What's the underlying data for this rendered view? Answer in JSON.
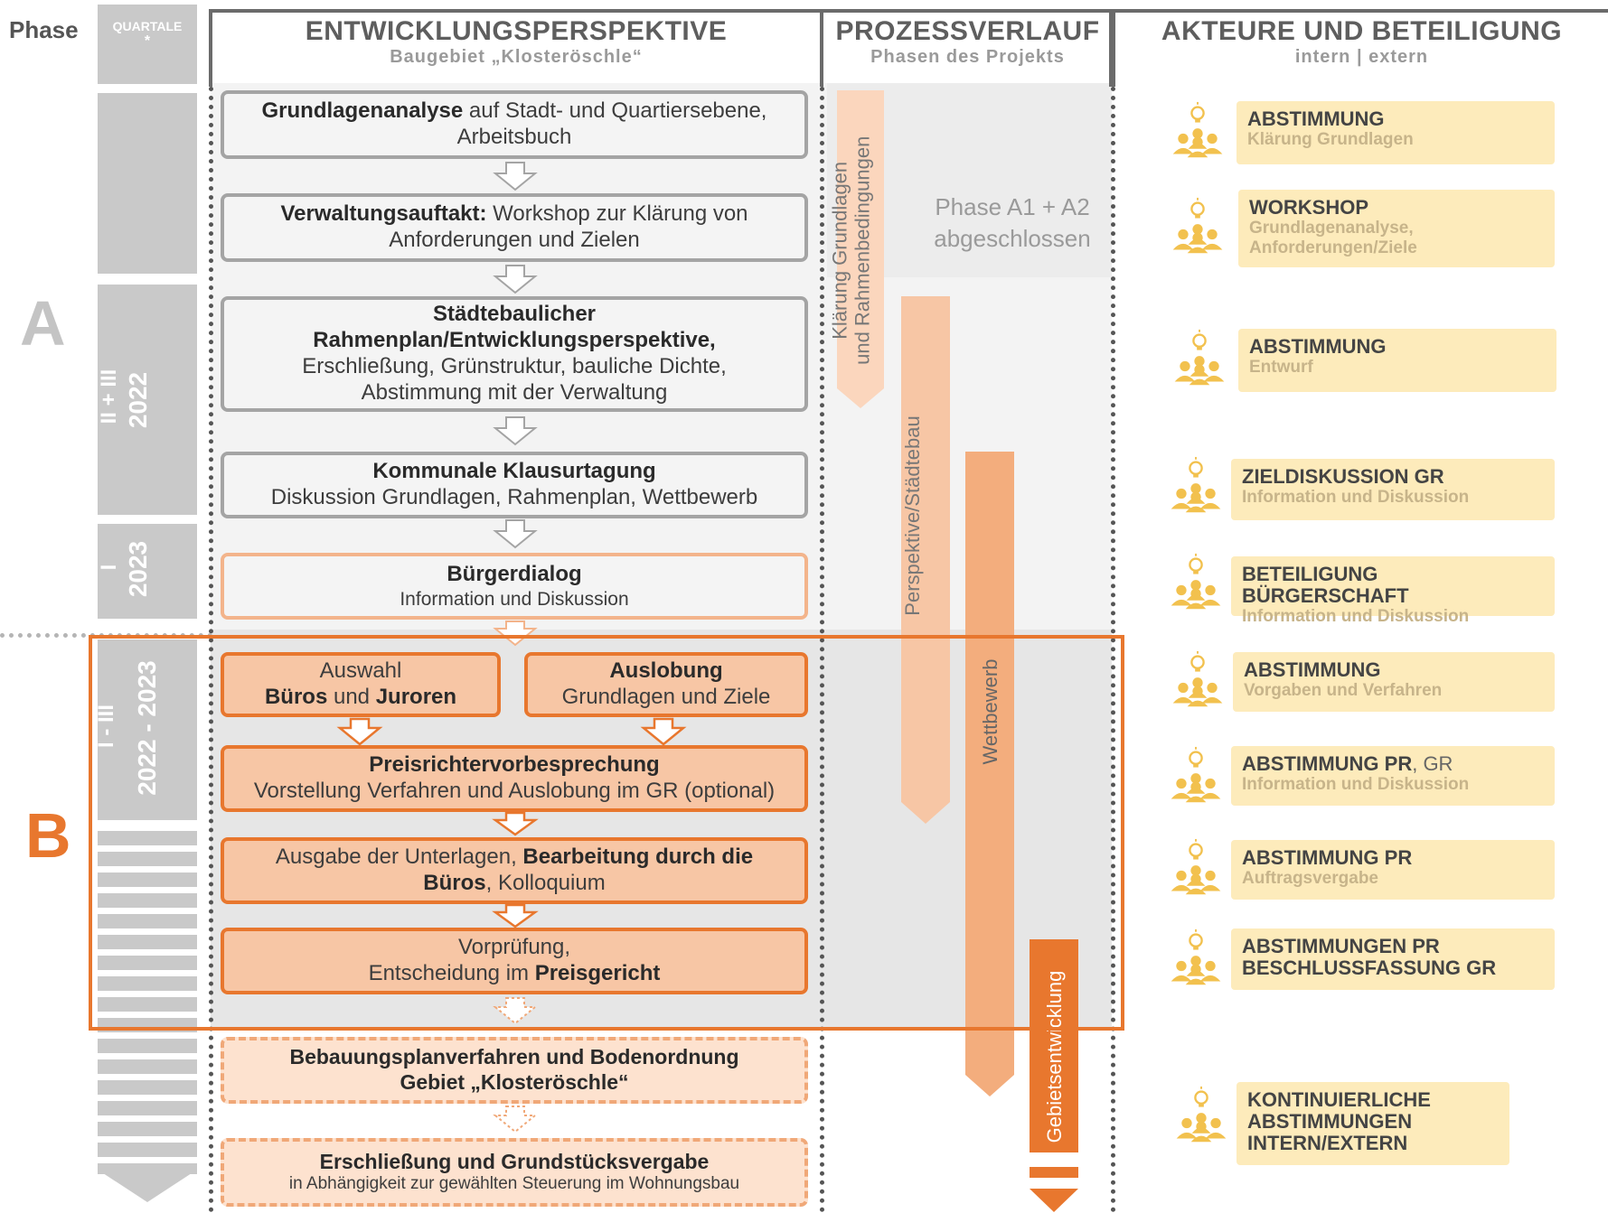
{
  "corner": {
    "phase_label": "Phase",
    "quarter_label": "QUARTALE",
    "quarter_star": "*"
  },
  "columns": {
    "development": {
      "title": "ENTWICKLUNGSPERSPEKTIVE",
      "subtitle": "Baugebiet „Klosteröschle“"
    },
    "process": {
      "title": "PROZESSVERLAUF",
      "subtitle": "Phasen des Projekts"
    },
    "actors": {
      "title": "AKTEURE UND BETEILIGUNG",
      "subtitle": "intern | extern"
    }
  },
  "phases": {
    "a": "A",
    "b": "B"
  },
  "quarters": [
    {
      "roman": "II + III",
      "year": "2022"
    },
    {
      "roman": "I",
      "year": "2023"
    },
    {
      "roman": "I - III",
      "year": "2022 - 2023"
    }
  ],
  "steps": {
    "s1": {
      "bold": "Grundlagenanalyse",
      "text": " auf Stadt- und Quartiersebene,",
      "line2": "Arbeitsbuch"
    },
    "s2": {
      "bold": "Verwaltungsauftakt:",
      "text": " Workshop zur Klärung von",
      "line2": "Anforderungen und Zielen"
    },
    "s3": {
      "bold1": "Städtebaulicher",
      "bold2": "Rahmenplan/Entwicklungsperspektive,",
      "line3": "Erschließung, Grünstruktur, bauliche Dichte,",
      "line4": "Abstimmung mit der Verwaltung"
    },
    "s4": {
      "bold": "Kommunale Klausurtagung",
      "line2": "Diskussion Grundlagen, Rahmenplan, Wettbewerb"
    },
    "s5": {
      "bold": "Bürgerdialog",
      "line2": "Information und Diskussion"
    },
    "s6": {
      "line1": "Auswahl",
      "bold_a": "Büros",
      "mid": " und ",
      "bold_b": "Juroren"
    },
    "s7": {
      "bold": "Auslobung",
      "line2": "Grundlagen und Ziele"
    },
    "s8": {
      "bold": "Preisrichtervorbesprechung",
      "line2": "Vorstellung Verfahren und Auslobung im GR (optional)"
    },
    "s9": {
      "text1": "Ausgabe der Unterlagen, ",
      "bold1": "Bearbeitung durch die",
      "bold2": "Büros",
      "text2": ", Kolloquium"
    },
    "s10": {
      "line1": "Vorprüfung,",
      "text": "Entscheidung im ",
      "bold": "Preisgericht"
    },
    "s11": {
      "bold1": "Bebauungsplanverfahren und Bodenordnung",
      "bold2": "Gebiet „Klosteröschle“"
    },
    "s12": {
      "bold": "Erschließung und Grundstücksvergabe",
      "line2": "in Abhängigkeit zur gewählten Steuerung im Wohnungsbau"
    }
  },
  "process": {
    "arrow1": "Klärung Grundlagen",
    "arrow1b": "und Rahmenbedingungen",
    "arrow2": "Perspektive/Städtebau",
    "arrow3": "Wettbewerb",
    "arrow4": "Gebietsentwicklung",
    "note1": "Phase A1 + A2",
    "note2": "abgeschlossen"
  },
  "actors": [
    {
      "title": "ABSTIMMUNG",
      "sub": "Klärung Grundlagen"
    },
    {
      "title": "WORKSHOP",
      "sub": "Grundlagenanalyse,",
      "sub2": "Anforderungen/Ziele"
    },
    {
      "title": "ABSTIMMUNG",
      "sub": "Entwurf"
    },
    {
      "title": "ZIELDISKUSSION GR",
      "sub": "Information und Diskussion"
    },
    {
      "title": "BETEILIGUNG BÜRGERSCHAFT",
      "sub": "Information und Diskussion"
    },
    {
      "title": "ABSTIMMUNG",
      "sub": "Vorgaben und Verfahren"
    },
    {
      "title": "ABSTIMMUNG PR",
      "title_extra": ", GR",
      "sub": "Information und Diskussion"
    },
    {
      "title": "ABSTIMMUNG PR",
      "sub": "Auftragsvergabe"
    },
    {
      "title": "ABSTIMMUNGEN PR",
      "title2": "BESCHLUSSFASSUNG GR"
    },
    {
      "title": "KONTINUIERLICHE",
      "title2": "ABSTIMMUNGEN",
      "title3": "INTERN/EXTERN"
    }
  ],
  "colors": {
    "orange": "#e8772e",
    "light_orange": "#f7c6a5",
    "gray": "#c9c9c9",
    "yellow": "#fdebbb",
    "icon": "#f2c14e"
  }
}
